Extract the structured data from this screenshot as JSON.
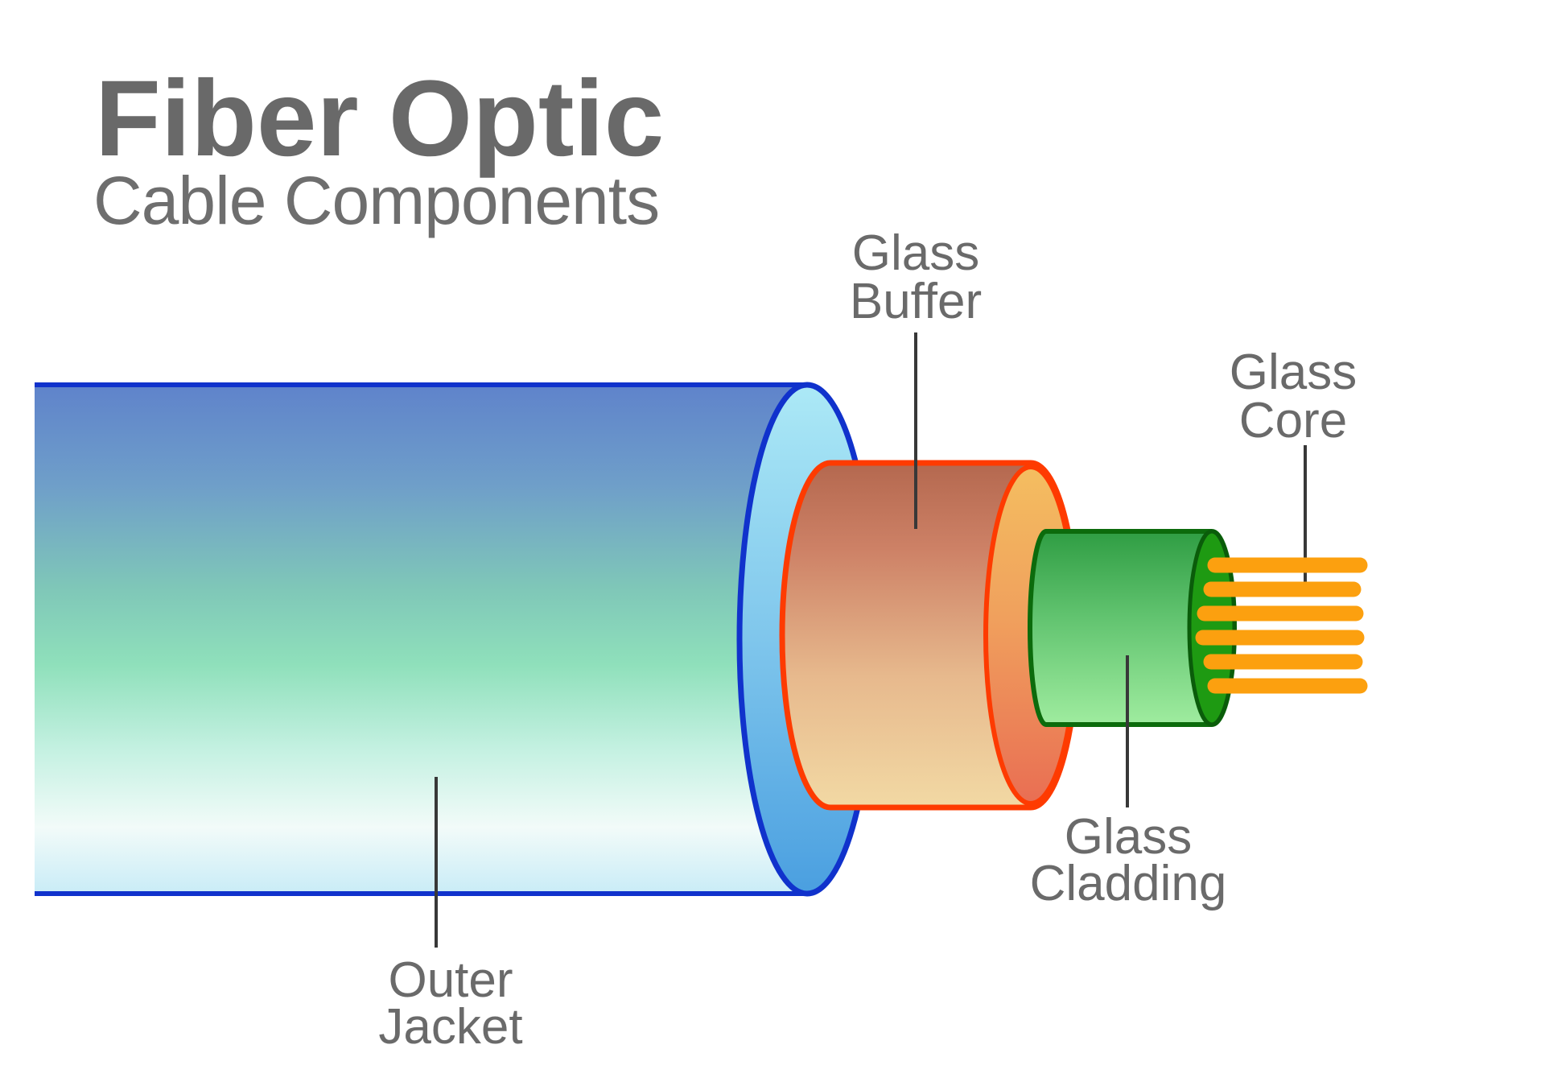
{
  "title": {
    "main": "Fiber Optic",
    "subtitle": "Cable Components"
  },
  "labels": {
    "glass_buffer": {
      "line1": "Glass",
      "line2": "Buffer"
    },
    "glass_core": {
      "line1": "Glass",
      "line2": "Core"
    },
    "glass_cladding": {
      "line1": "Glass",
      "line2": "Cladding"
    },
    "outer_jacket": {
      "line1": "Outer",
      "line2": "Jacket"
    }
  },
  "colors": {
    "background": "#ffffff",
    "title_text": "#696969",
    "subtitle_text": "#6e6e6e",
    "label_text": "#6a6a6a",
    "leader_line": "#383838",
    "jacket_border": "#1032cc",
    "jacket_body_top": "#5f83cb",
    "jacket_body_blue2": "#6f9fc9",
    "jacket_body_teal": "#7fc7b8",
    "jacket_body_mint": "#8fe0bb",
    "jacket_body_lightmint": "#c5f1e2",
    "jacket_body_pale": "#f2fbf9",
    "jacket_body_bottom": "#c9ecf7",
    "jacket_face_top": "#ace9f6",
    "jacket_face_mid": "#7fc6ec",
    "jacket_face_bottom": "#4a9fe0",
    "buffer_border": "#fe3b01",
    "buffer_body_top": "#b4684f",
    "buffer_body_upper": "#cd8166",
    "buffer_body_lower": "#e7b98d",
    "buffer_body_bottom": "#f2d9a4",
    "buffer_face_top": "#f4be60",
    "buffer_face_mid": "#f0a05d",
    "buffer_face_bottom": "#e96e53",
    "cladding_border": "#0c6b0c",
    "cladding_body_top": "#2f9d43",
    "cladding_body_mid": "#62c470",
    "cladding_body_bottom": "#9fec9f",
    "cladding_face": "#1e9a12",
    "cladding_face_border": "#0a5c0a",
    "fiber": "#fca00f"
  }
}
